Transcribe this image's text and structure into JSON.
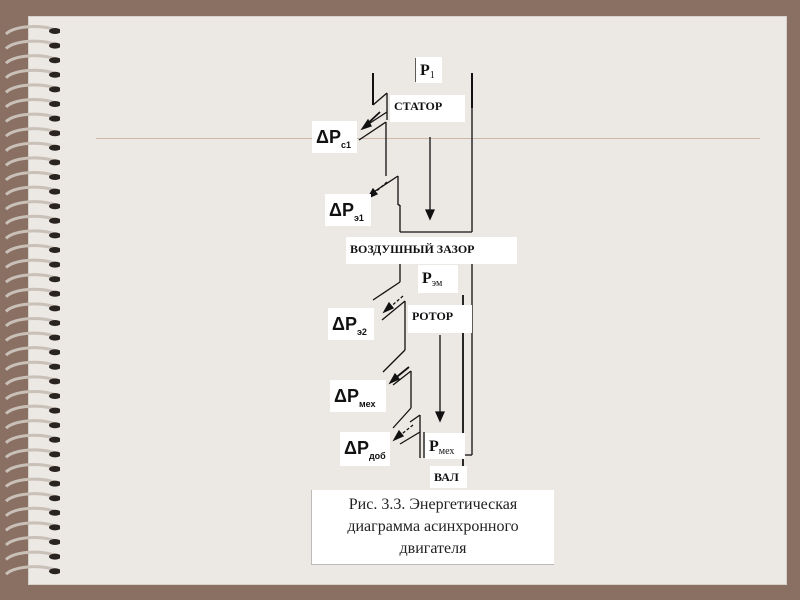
{
  "labels": {
    "p1_main": "P",
    "p1_sub": "1",
    "stator": "СТАТОР",
    "air_gap": "ВОЗДУШНЫЙ ЗАЗОР",
    "pem_main": "P",
    "pem_sub": "эм",
    "rotor": "РОТОР",
    "pmech_main": "P",
    "pmech_sub": "мех",
    "shaft": "ВАЛ"
  },
  "losses": {
    "dp_c1_main": "ΔP",
    "dp_c1_sub": "с1",
    "dp_e1_main": "ΔP",
    "dp_e1_sub": "э1",
    "dp_e2_main": "ΔP",
    "dp_e2_sub": "э2",
    "dp_mech_main": "ΔP",
    "dp_mech_sub": "мех",
    "dp_add_main": "ΔP",
    "dp_add_sub": "доб"
  },
  "caption": {
    "line1": "Рис. 3.3. Энергетическая",
    "line2": "диаграмма асинхронного",
    "line3": "двигателя"
  },
  "colors": {
    "frame": "#8a6f63",
    "paper": "#ece8e4",
    "ink": "#111111"
  }
}
